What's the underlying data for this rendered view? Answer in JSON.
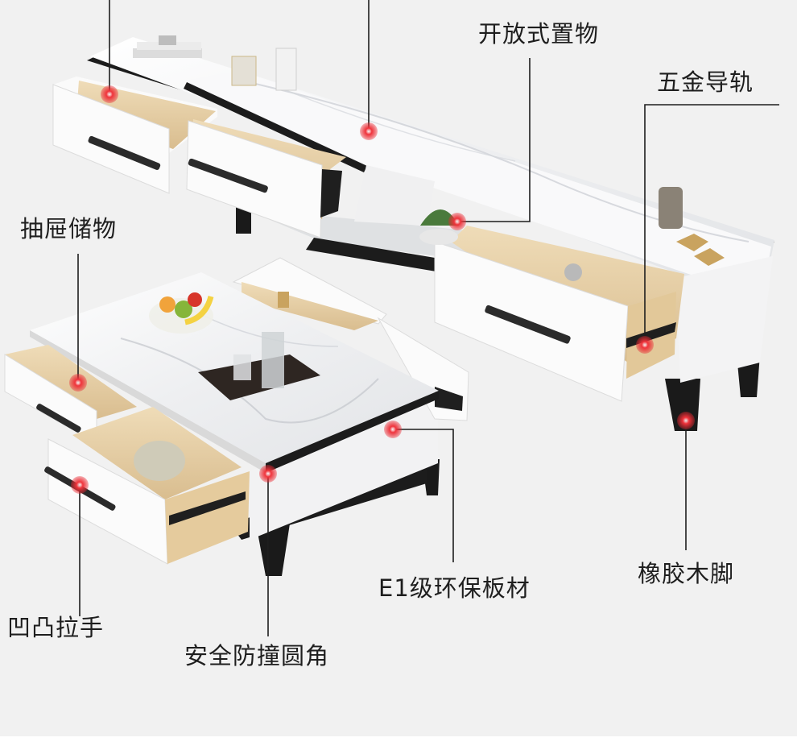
{
  "callouts": {
    "open_storage": "开放式置物",
    "hardware_rail": "五金导轨",
    "drawer_storage": "抽屉储物",
    "board_material": "E1级环保板材",
    "rubber_feet": "橡胶木脚",
    "handle": "凹凸拉手",
    "rounded_corner": "安全防撞圆角"
  },
  "colors": {
    "background": "#f1f1f1",
    "marker": "#e8262f",
    "line": "#1e1e1e",
    "furniture_white": "#f7f7f7",
    "legs": "#1a1a1a",
    "wood": "#e6cfa6"
  }
}
